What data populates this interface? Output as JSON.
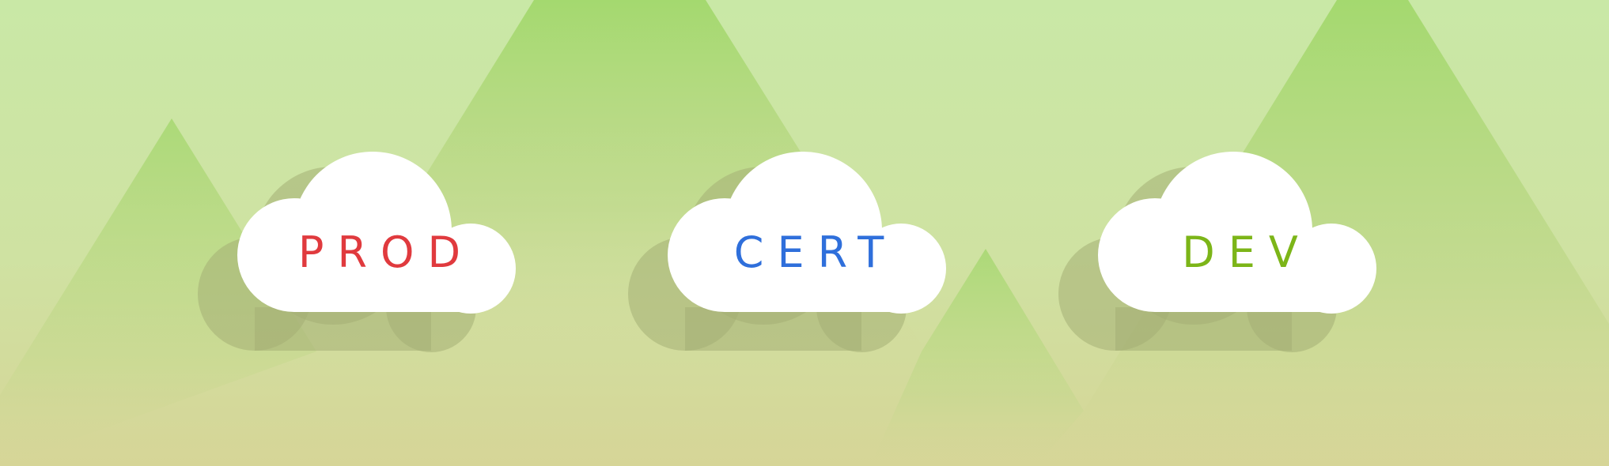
{
  "clouds": [
    {
      "label": "PROD",
      "color": "#e03a3e"
    },
    {
      "label": "CERT",
      "color": "#2f6fdb"
    },
    {
      "label": "DEV",
      "color": "#7cb518"
    }
  ],
  "colors": {
    "sky_top": "#c9e8a6",
    "sky_bottom": "#d6d597",
    "mountain": "#9fd468",
    "cloud": "#ffffff",
    "cloud_shadow": "#a8b476"
  }
}
